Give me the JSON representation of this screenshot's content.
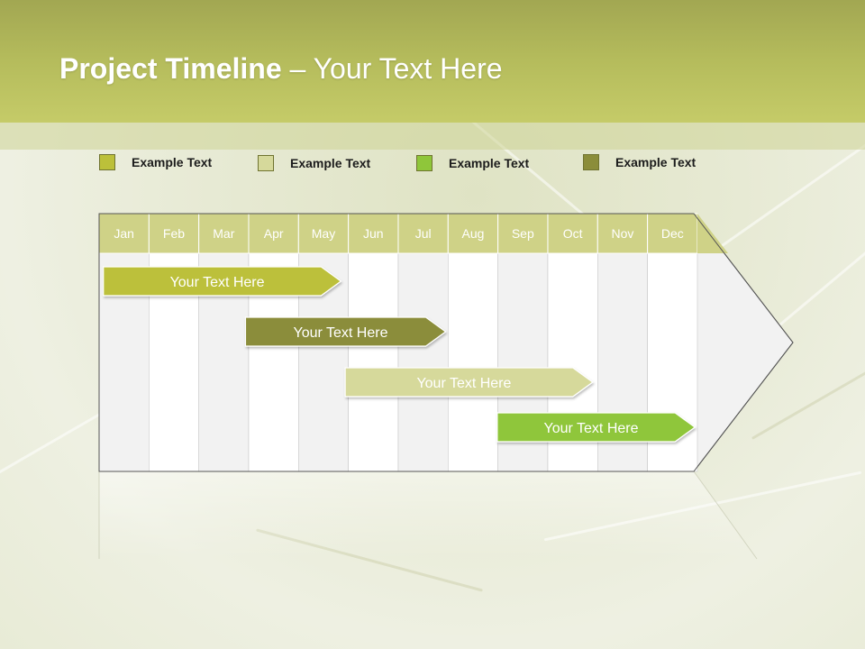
{
  "title": {
    "bold": "Project Timeline",
    "rest": " – Your Text Here"
  },
  "colors": {
    "accent1": "#bcc03a",
    "accent2": "#d6d99b",
    "accent3": "#8fc63a",
    "accent4": "#8b8d3a",
    "month_header": "#cfd287",
    "column_light": "#f2f2f2",
    "column_white": "#ffffff"
  },
  "legend": [
    {
      "label": "Example Text",
      "color": "#bcc03a"
    },
    {
      "label": "Example Text",
      "color": "#d6d99b"
    },
    {
      "label": "Example Text",
      "color": "#8fc63a"
    },
    {
      "label": "Example Text",
      "color": "#8b8d3a"
    }
  ],
  "months": [
    "Jan",
    "Feb",
    "Mar",
    "Apr",
    "May",
    "Jun",
    "Jul",
    "Aug",
    "Sep",
    "Oct",
    "Nov",
    "Dec"
  ],
  "tasks": [
    {
      "label": "Your  Text Here",
      "start_month": 1.05,
      "end_month": 4.9,
      "color": "#bcc03a"
    },
    {
      "label": "Your  Text Here",
      "start_month": 3.9,
      "end_month": 7.0,
      "color": "#8b8d3a"
    },
    {
      "label": "Your  Text Here",
      "start_month": 5.9,
      "end_month": 9.95,
      "color": "#d6d99b"
    },
    {
      "label": "Your  Text Here",
      "start_month": 8.95,
      "end_month": 12.0,
      "color": "#8fc63a"
    }
  ]
}
